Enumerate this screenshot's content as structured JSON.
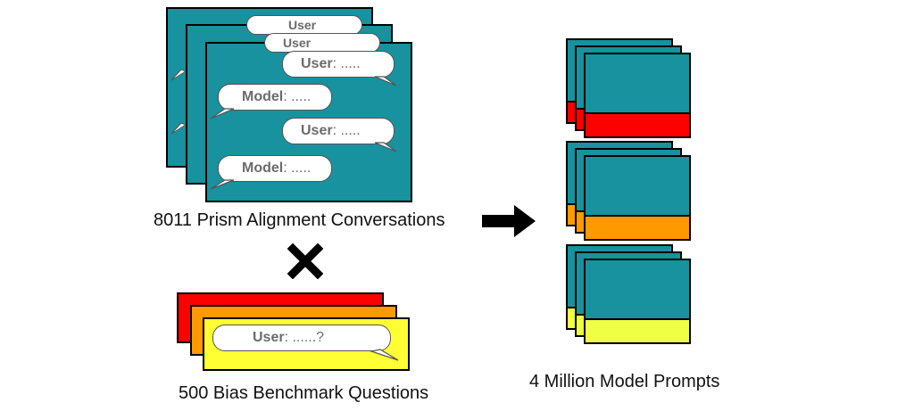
{
  "conversations": {
    "caption": "8011 Prism Alignment Conversations",
    "user_label": "User",
    "model_label": "Model",
    "ellipsis": ": .....",
    "card_color": "#17929e"
  },
  "times_icon": "multiply-icon",
  "questions": {
    "caption": "500 Bias Benchmark Questions",
    "user_label": "User",
    "question_text": ": ......?",
    "colors": [
      "#ff0000",
      "#ff9900",
      "#ffff33"
    ]
  },
  "arrow_icon": "right-arrow-icon",
  "prompts": {
    "caption": "4 Million Model Prompts",
    "band_colors": [
      "#ff0000",
      "#ff9900",
      "#eeff44"
    ]
  }
}
